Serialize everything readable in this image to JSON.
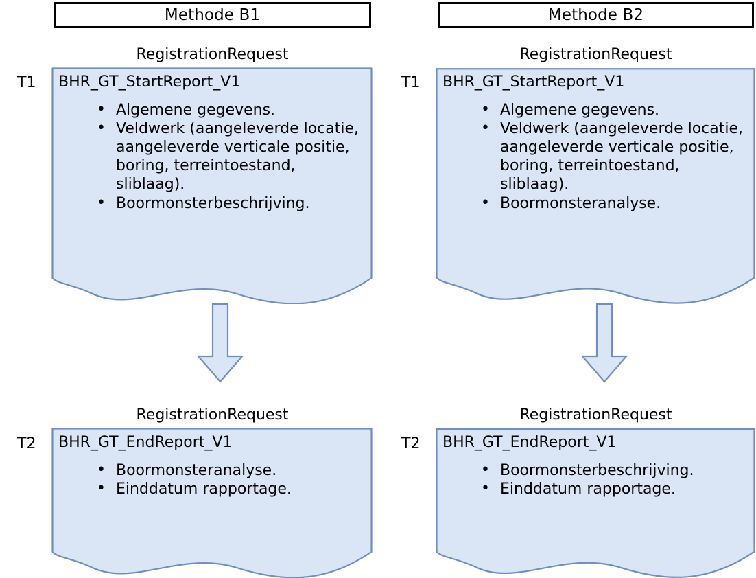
{
  "columns": [
    {
      "header": "Methode B1",
      "steps": [
        {
          "time_label": "T1",
          "caption": "RegistrationRequest",
          "title": "BHR_GT_StartReport_V1",
          "bullets": [
            "Algemene gegevens.",
            "Veldwerk (aangeleverde locatie, aangeleverde verticale positie, boring, terreintoestand, sliblaag).",
            "Boormonsterbeschrijving."
          ]
        },
        {
          "time_label": "T2",
          "caption": "RegistrationRequest",
          "title": "BHR_GT_EndReport_V1",
          "bullets": [
            "Boormonsteranalyse.",
            "Einddatum rapportage."
          ]
        }
      ]
    },
    {
      "header": "Methode B2",
      "steps": [
        {
          "time_label": "T1",
          "caption": "RegistrationRequest",
          "title": "BHR_GT_StartReport_V1",
          "bullets": [
            "Algemene gegevens.",
            "Veldwerk (aangeleverde locatie, aangeleverde verticale positie, boring, terreintoestand, sliblaag).",
            "Boormonsteranalyse."
          ]
        },
        {
          "time_label": "T2",
          "caption": "RegistrationRequest",
          "title": "BHR_GT_EndReport_V1",
          "bullets": [
            "Boormonsterbeschrijving.",
            "Einddatum rapportage."
          ]
        }
      ]
    }
  ],
  "icons": {
    "flow_arrow": "arrow-down-icon",
    "bullet": "bullet-dot-icon"
  },
  "colors": {
    "document_fill": "#DAE5F5",
    "document_stroke": "#6E8FC0",
    "arrow_fill": "#DAE5F5",
    "arrow_stroke": "#6E8FC0",
    "header_border": "#000000",
    "header_fill": "#FFFFFF",
    "text": "#000000",
    "page_background": "#FFFFFF"
  }
}
